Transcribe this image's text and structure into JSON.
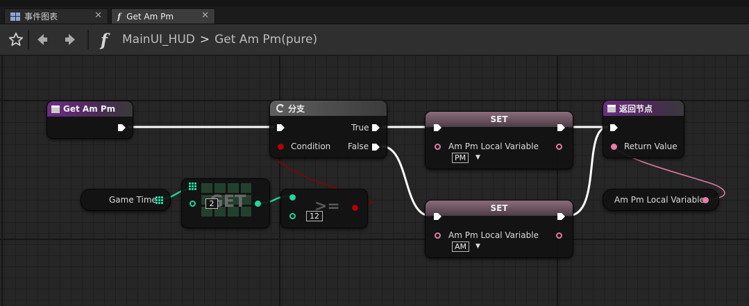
{
  "tabs": [
    {
      "label": "事件图表",
      "icon": "graph-grid-icon"
    },
    {
      "label": "Get Am Pm",
      "icon": "function-icon"
    }
  ],
  "breadcrumb": {
    "root": "MainUI_HUD",
    "separator": ">",
    "current": "Get Am Pm(pure)"
  },
  "nodes": {
    "entry": {
      "title": "Get Am Pm"
    },
    "branch": {
      "title": "分支",
      "condition": "Condition",
      "true_label": "True",
      "false_label": "False"
    },
    "set_pm": {
      "title": "SET",
      "var_label": "Am Pm Local Variable",
      "value": "PM"
    },
    "set_am": {
      "title": "SET",
      "var_label": "Am Pm Local Variable",
      "value": "AM"
    },
    "return": {
      "title": "返回节点",
      "return_label": "Return Value"
    },
    "local_var": {
      "label": "Am Pm Local Variable"
    },
    "game_time": {
      "label": "Game Time"
    },
    "get_array": {
      "watermark": "GET",
      "index": "2"
    },
    "compare": {
      "watermark": ">=",
      "value": "12"
    }
  },
  "colors": {
    "exec": "#ffffff",
    "bool": "#b00000",
    "string": "#e77ca8",
    "int": "#22d6a0",
    "function_header": "#6b2d82"
  }
}
